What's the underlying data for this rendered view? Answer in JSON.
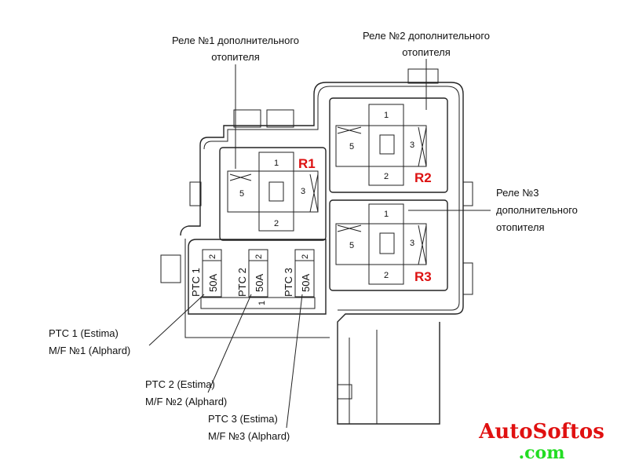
{
  "labels": {
    "relay1": [
      "Реле №1 дополнительного",
      "отопителя"
    ],
    "relay2": [
      "Реле №2 дополнительного",
      "отопителя"
    ],
    "relay3": [
      "Реле №3",
      "дополнительного",
      "отопителя"
    ],
    "ptc1": [
      "PTC 1 (Estima)",
      "M/F №1 (Alphard)"
    ],
    "ptc2": [
      "PTC 2 (Estima)",
      "M/F №2 (Alphard)"
    ],
    "ptc3": [
      "PTC 3 (Estima)",
      "M/F №3 (Alphard)"
    ]
  },
  "relay_ids": [
    "R1",
    "R2",
    "R3"
  ],
  "relay_pins": {
    "top": "1",
    "bottom": "2",
    "left": "5",
    "right": "3"
  },
  "fuses": [
    {
      "name": "PTC 1",
      "rating": "50A",
      "pin": "2"
    },
    {
      "name": "PTC 2",
      "rating": "50A",
      "pin": "2"
    },
    {
      "name": "PTC 3",
      "rating": "50A",
      "pin": "2"
    }
  ],
  "fuse_common_pin": "1",
  "watermark": {
    "line1": "AutoSoftos",
    "line2": ".com",
    "color1": "#e01010",
    "color2": "#22dd22"
  }
}
